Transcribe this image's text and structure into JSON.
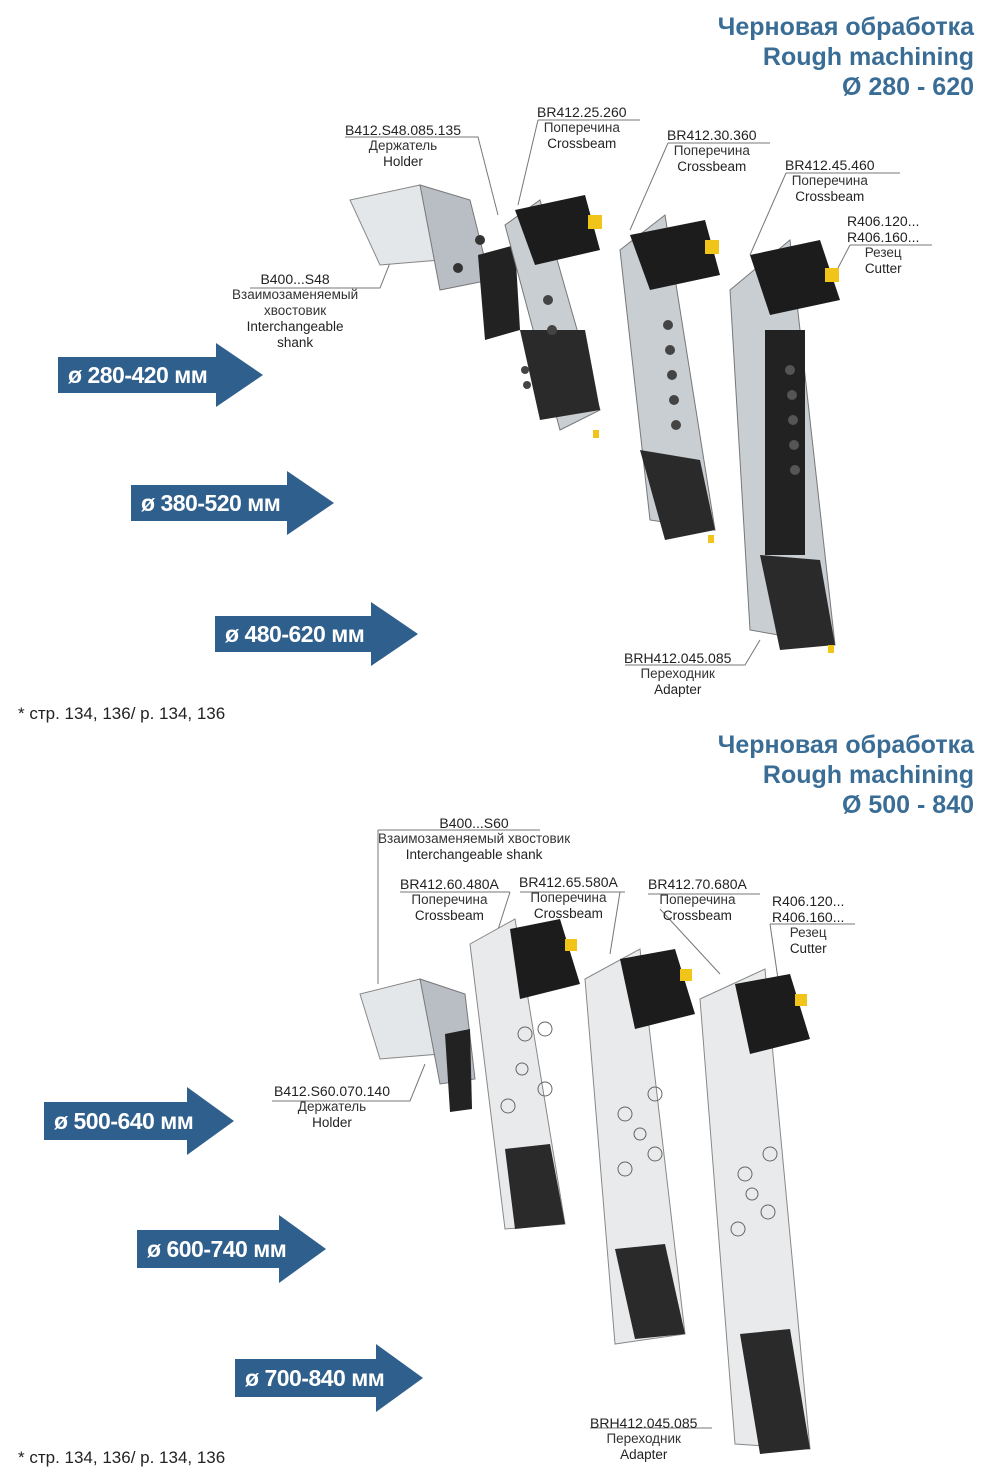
{
  "section1": {
    "title_ru": "Черновая обработка",
    "title_en": "Rough machining",
    "title_range": "Ø 280 - 620",
    "callouts": {
      "holder": {
        "code": "B412.S48.085.135",
        "ru": "Держатель",
        "en": "Holder"
      },
      "crossbeam1": {
        "code": "BR412.25.260",
        "ru": "Поперечина",
        "en": "Crossbeam"
      },
      "crossbeam2": {
        "code": "BR412.30.360",
        "ru": "Поперечина",
        "en": "Crossbeam"
      },
      "crossbeam3": {
        "code": "BR412.45.460",
        "ru": "Поперечина",
        "en": "Crossbeam"
      },
      "cutter": {
        "code1": "R406.120...",
        "code2": "R406.160...",
        "ru": "Резец",
        "en": "Cutter"
      },
      "shank": {
        "code": "B400...S48",
        "ru1": "Взаимозаменяемый",
        "ru2": "хвостовик",
        "en1": "Interchangeable",
        "en2": "shank"
      },
      "adapter": {
        "code": "BRH412.045.085",
        "ru": "Переходник",
        "en": "Adapter"
      }
    },
    "arrows": [
      "ø 280-420 мм",
      "ø 380-520 мм",
      "ø 480-620 мм"
    ],
    "footnote": "* стр. 134, 136/ р. 134, 136"
  },
  "section2": {
    "title_ru": "Черновая обработка",
    "title_en": "Rough machining",
    "title_range": "Ø 500 - 840",
    "callouts": {
      "shank": {
        "code": "B400...S60",
        "ru": "Взаимозаменяемый хвостовик",
        "en": "Interchangeable shank"
      },
      "crossbeam1": {
        "code": "BR412.60.480A",
        "ru": "Поперечина",
        "en": "Crossbeam"
      },
      "crossbeam2": {
        "code": "BR412.65.580A",
        "ru": "Поперечина",
        "en": "Crossbeam"
      },
      "crossbeam3": {
        "code": "BR412.70.680A",
        "ru": "Поперечина",
        "en": "Crossbeam"
      },
      "cutter": {
        "code1": "R406.120...",
        "code2": "R406.160...",
        "ru": "Резец",
        "en": "Cutter"
      },
      "holder": {
        "code": "B412.S60.070.140",
        "ru": "Держатель",
        "en": "Holder"
      },
      "adapter": {
        "code": "BRH412.045.085",
        "ru": "Переходник",
        "en": "Adapter"
      }
    },
    "arrows": [
      "ø 500-640 мм",
      "ø 600-740 мм",
      "ø 700-840 мм"
    ],
    "footnote": "* стр. 134, 136/ р. 134, 136"
  },
  "colors": {
    "title": "#3a6d96",
    "arrow": "#2f5f8c",
    "metal": "#c9ced3",
    "dark": "#1c1c1c",
    "accent": "#f0c419"
  }
}
